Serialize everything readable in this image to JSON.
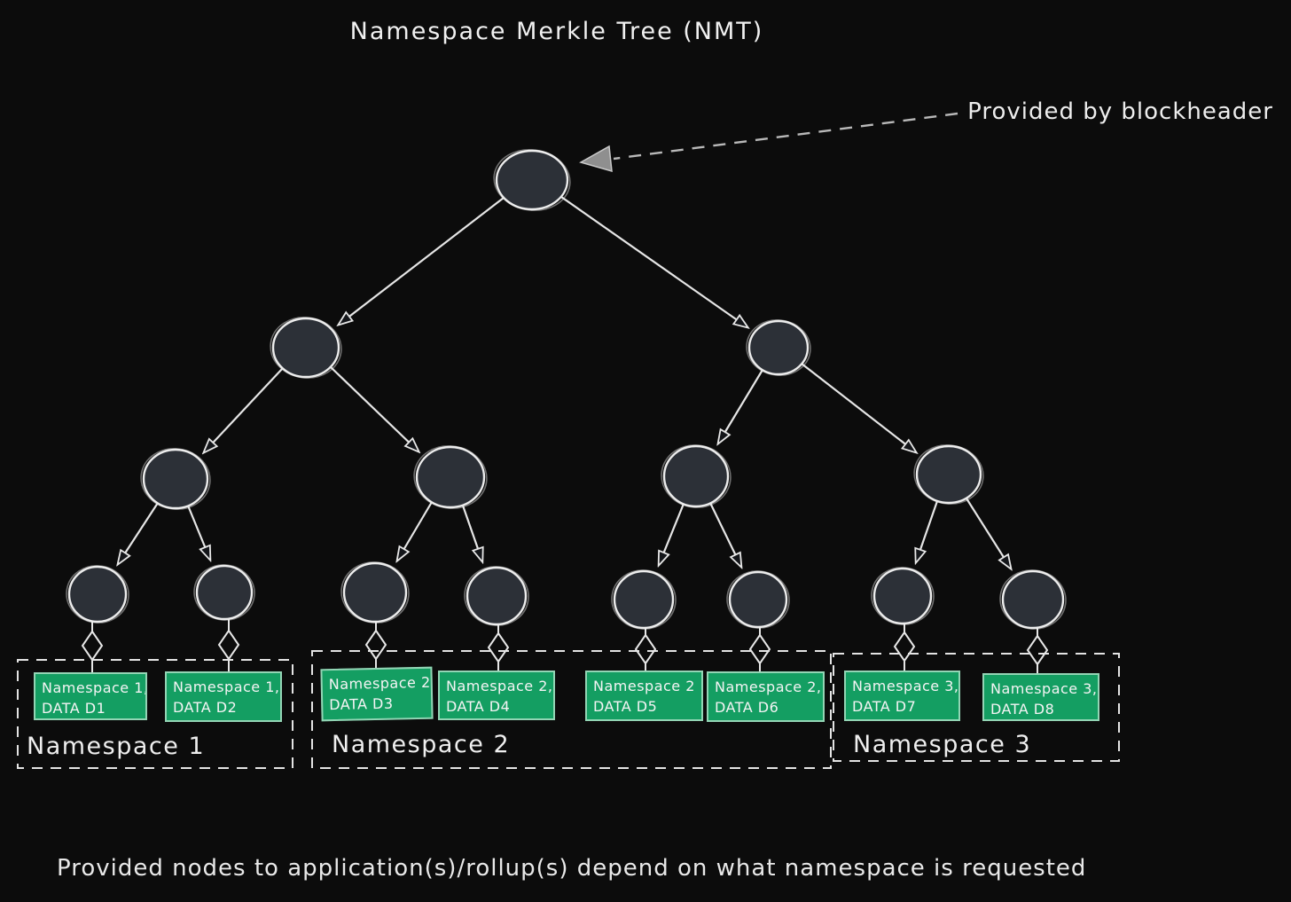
{
  "title": "Namespace Merkle Tree (NMT)",
  "annotations": {
    "provided_by": "Provided by blockheader",
    "footer": "Provided nodes to application(s)/rollup(s) depend on what namespace is requested"
  },
  "colors": {
    "background": "#0c0c0c",
    "node_fill": "#2c3037",
    "node_stroke": "#ededed",
    "data_box_green": "#149e62",
    "line": "#e6e6e6"
  },
  "data_boxes": [
    {
      "namespace": "Namespace 1,",
      "data": "DATA D1"
    },
    {
      "namespace": "Namespace 1,",
      "data": "DATA D2"
    },
    {
      "namespace": "Namespace 2,",
      "data": "DATA D3"
    },
    {
      "namespace": "Namespace 2,",
      "data": "DATA D4"
    },
    {
      "namespace": "Namespace 2",
      "data": "DATA D5"
    },
    {
      "namespace": "Namespace 2,",
      "data": "DATA D6"
    },
    {
      "namespace": "Namespace 3,",
      "data": "DATA D7"
    },
    {
      "namespace": "Namespace 3,",
      "data": "DATA D8"
    }
  ],
  "namespace_groups": [
    {
      "label": "Namespace 1"
    },
    {
      "label": "Namespace 2"
    },
    {
      "label": "Namespace 3"
    }
  ]
}
